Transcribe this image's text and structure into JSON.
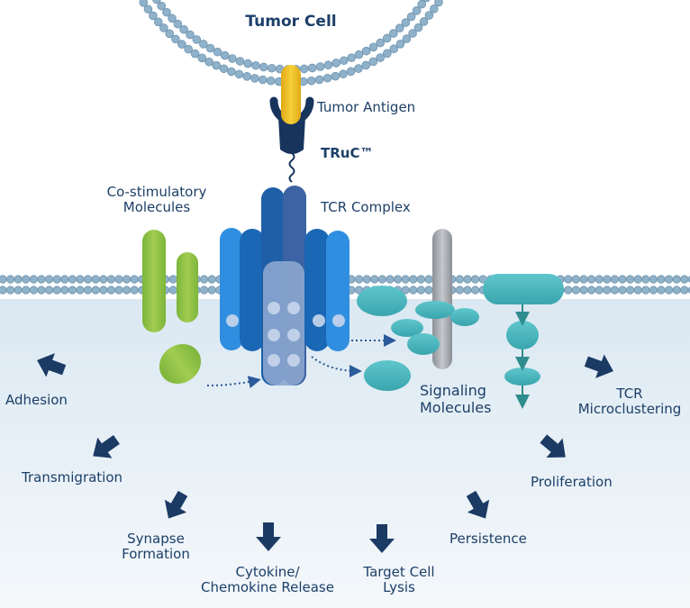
{
  "labels": {
    "tumor_cell": "Tumor Cell",
    "tumor_antigen": "Tumor Antigen",
    "truc": "TRuC™",
    "tcr_complex": "TCR Complex",
    "costim_line1": "Co-stimulatory",
    "costim_line2": "Molecules",
    "signaling_line1": "Signaling",
    "signaling_line2": "Molecules"
  },
  "outcomes": {
    "adhesion": "Adhesion",
    "transmigration": "Transmigration",
    "synapse_line1": "Synapse",
    "synapse_line2": "Formation",
    "cytokine_line1": "Cytokine/",
    "cytokine_line2": "Chemokine Release",
    "target_line1": "Target Cell",
    "target_line2": "Lysis",
    "persistence": "Persistence",
    "proliferation": "Proliferation",
    "tcr_micro_line1": "TCR",
    "tcr_micro_line2": "Microclustering"
  },
  "colors": {
    "membrane_bead": "#8fb1c9",
    "cytoplasm": "#e6f0f7",
    "text": "#1c3f68",
    "arrow": "#1b3a64",
    "costim_green": "#8dc03f",
    "antigen_yellow": "#f4c21a",
    "receptor_navy": "#17345c",
    "tcr_blue": "#1f78c1",
    "signaling_teal": "#49b5bd",
    "gray_rod": "#9ea3a8"
  }
}
